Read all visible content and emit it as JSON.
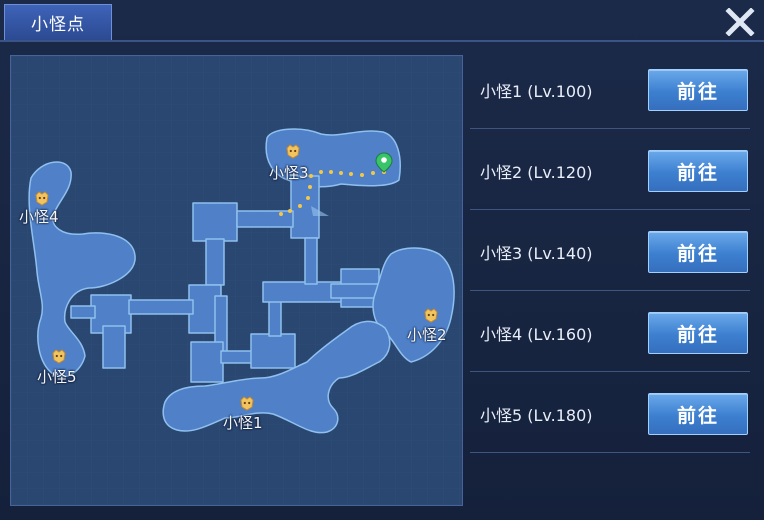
{
  "tab": {
    "title": "小怪点"
  },
  "map": {
    "markers": [
      {
        "key": "m1",
        "label": "小怪1"
      },
      {
        "key": "m2",
        "label": "小怪2"
      },
      {
        "key": "m3",
        "label": "小怪3"
      },
      {
        "key": "m4",
        "label": "小怪4"
      },
      {
        "key": "m5",
        "label": "小怪5"
      }
    ]
  },
  "list": {
    "items": [
      {
        "label": "小怪1 (Lv.100)",
        "button": "前往"
      },
      {
        "label": "小怪2 (Lv.120)",
        "button": "前往"
      },
      {
        "label": "小怪3 (Lv.140)",
        "button": "前往"
      },
      {
        "label": "小怪4 (Lv.160)",
        "button": "前往"
      },
      {
        "label": "小怪5 (Lv.180)",
        "button": "前往"
      }
    ]
  },
  "colors": {
    "accent": "#4a8ad8",
    "route": "#f1c84a",
    "player_pin": "#39c46a"
  },
  "icons": {
    "close": "close-icon",
    "monster": "monster-head-icon",
    "player": "location-pin-icon"
  }
}
